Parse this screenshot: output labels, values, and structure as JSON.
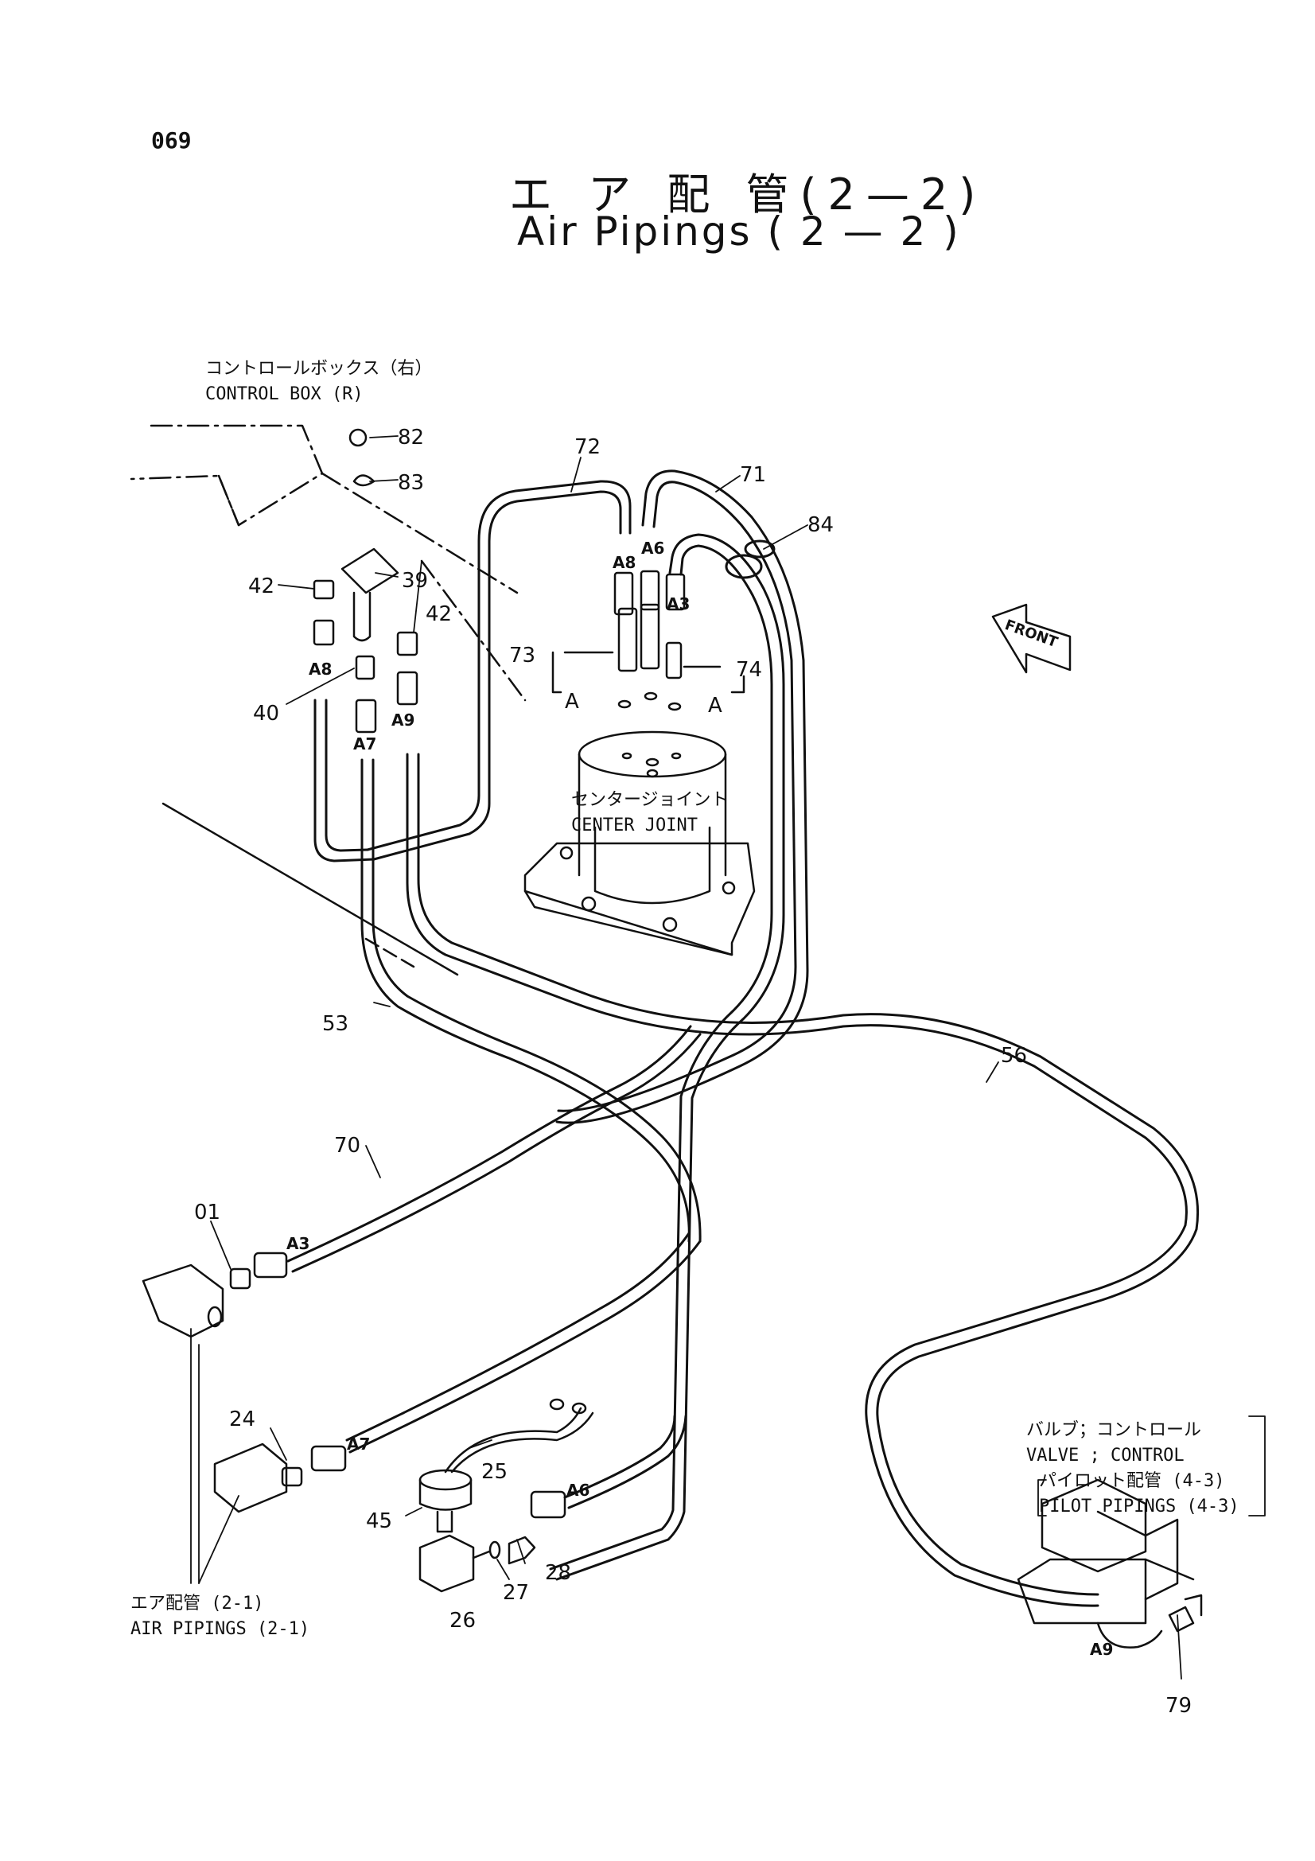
{
  "page_number": "069",
  "title_jp": "エ ア 配 管(2—2)",
  "title_en": "Air Pipings ( 2 — 2 )",
  "notes": {
    "control_box_jp": "コントロールボックス（右）",
    "control_box_en": "CONTROL BOX (R)",
    "center_joint_jp": "センタージョイント",
    "center_joint_en": "CENTER JOINT",
    "valve_jp": "バルブ；コントロール",
    "valve_en": "VALVE ; CONTROL",
    "pilot_jp": "パイロット配管 (4-3)",
    "pilot_en": "PILOT PIPINGS (4-3)",
    "air21_jp": "エア配管 (2-1)",
    "air21_en": "AIR PIPINGS (2-1)",
    "front": "FRONT"
  },
  "part_callouts": {
    "p82": "82",
    "p83": "83",
    "p72": "72",
    "p71": "71",
    "p84": "84",
    "p42a": "42",
    "p39": "39",
    "p42b": "42",
    "p40": "40",
    "p73": "73",
    "p74": "74",
    "pA_left": "A",
    "pA_right": "A",
    "p53": "53",
    "p56": "56",
    "p70": "70",
    "p01": "01",
    "p24": "24",
    "p25": "25",
    "p45": "45",
    "p26": "26",
    "p27": "27",
    "p28": "28",
    "p79": "79"
  },
  "fitting_labels": {
    "A8_top": "A8",
    "A6_top": "A6",
    "A3_top": "A3",
    "A8_left": "A8",
    "A7_left": "A7",
    "A9_left": "A9",
    "A3_hose": "A3",
    "A7_hose": "A7",
    "A6_hose": "A6",
    "A9_valve": "A9"
  }
}
